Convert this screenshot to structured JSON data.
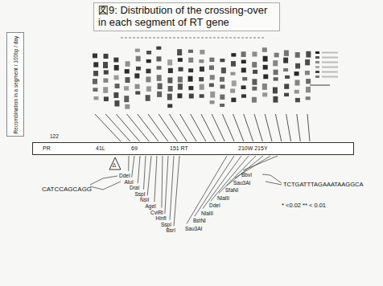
{
  "diagram": {
    "title": "図9: Distribution of the crossing-over in each segment of RT gene",
    "nodes": [
      {
        "text": [
          "Recombination in a segment / 100bp / day"
        ]
      },
      {
        "text": [
          "PR",
          "41L",
          "69",
          "151 RT",
          "210W 215Y"
        ]
      }
    ],
    "labels": [
      "122",
      "Δ",
      "DdeI",
      "AluI",
      "DraI",
      "SspI",
      "NsiI",
      "AgeI",
      "CviRI",
      "HinfI",
      "SspI",
      "BsrI",
      "BbvI",
      "Sau3AI",
      "SfaNI",
      "NlaIII",
      "DdeI",
      "NlaIII",
      "BstNI",
      "Sau3AI",
      "CATCCAGCAGG",
      "TCTGATTTAGAAATAAGGCA",
      "* <0.02 ** < 0.01"
    ]
  }
}
